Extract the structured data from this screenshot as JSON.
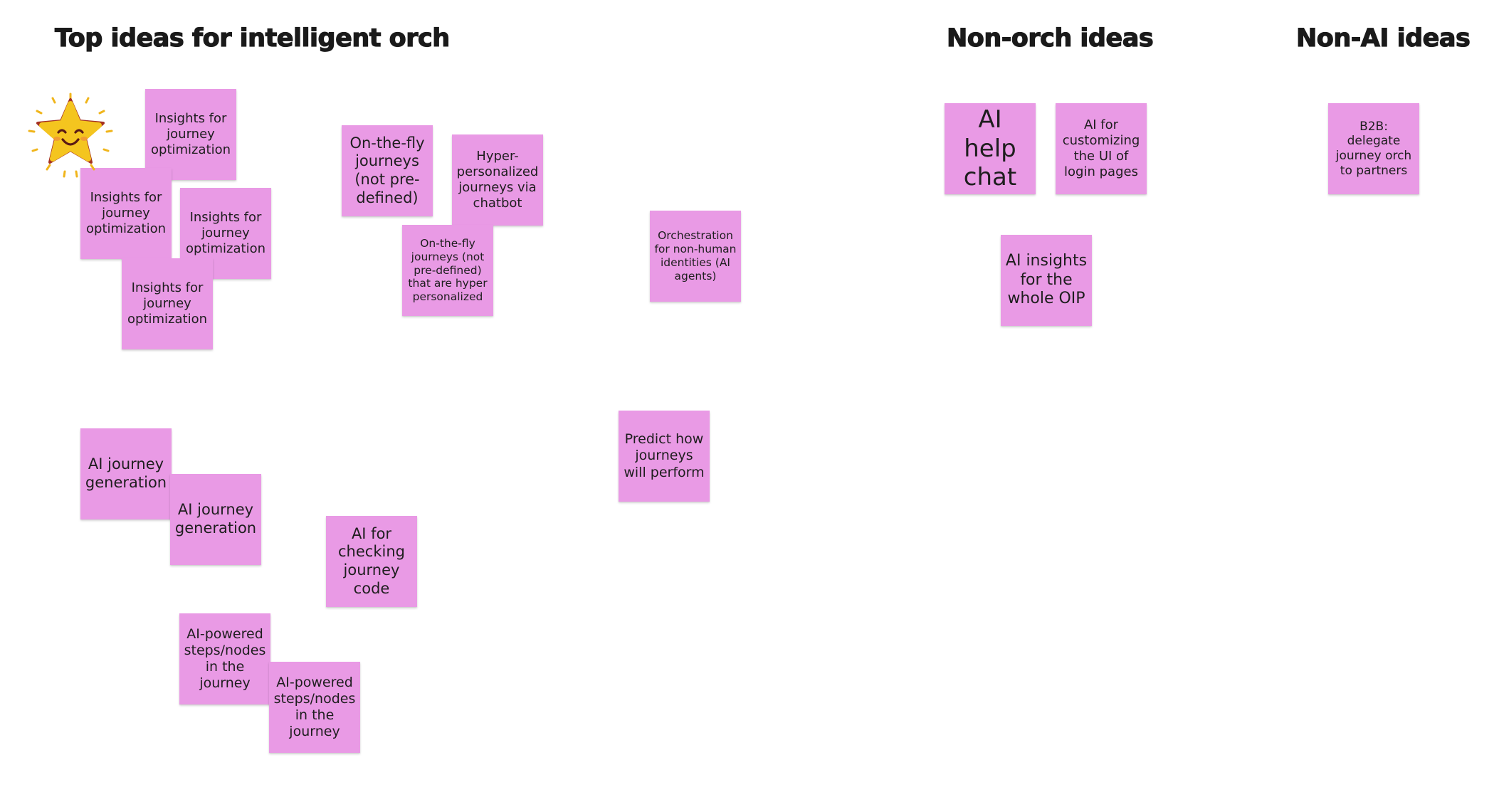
{
  "board": {
    "sections": {
      "top_ideas": "Top ideas for intelligent orch",
      "non_orch": "Non-orch ideas",
      "non_ai": "Non-AI ideas"
    },
    "stickies": [
      "Insights for journey optimization",
      "Insights for journey optimization",
      "Insights for journey optimization",
      "Insights for journey optimization",
      "On-the-fly journeys (not pre-defined)",
      "Hyper-personalized journeys via chatbot",
      "On-the-fly journeys (not pre-defined) that are hyper personalized",
      "Orchestration for non-human identities (AI agents)",
      "AI journey generation",
      "AI journey generation",
      "AI for checking journey code",
      "Predict how journeys will perform",
      "AI-powered steps/nodes in the journey",
      "AI-powered steps/nodes in the journey",
      "AI help chat",
      "AI for customizing the UI of login pages",
      "AI insights for the whole OIP",
      "B2B: delegate journey orch to partners"
    ],
    "sticky_color": "#e99ae5",
    "star_sticker": {
      "icon": "smiling-star-icon",
      "color": "#f4c51f"
    }
  }
}
